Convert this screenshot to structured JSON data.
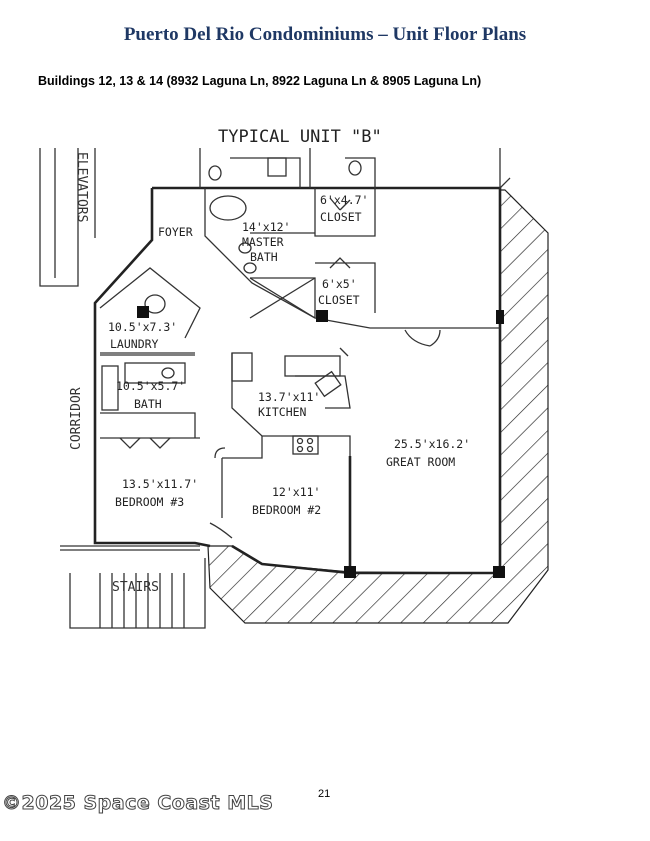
{
  "header": {
    "title": "Puerto Del Rio Condominiums – Unit Floor Plans",
    "subtitle": "Buildings 12, 13 & 14 (8932 Laguna Ln, 8922 Laguna Ln & 8905 Laguna Ln)"
  },
  "plan": {
    "unit_title": "TYPICAL UNIT \"B\"",
    "elevators": "ELEVATORS",
    "corridor": "CORRIDOR",
    "stairs": "STAIRS",
    "foyer": "FOYER",
    "rooms": {
      "closet1_dim": "6'x4.7'",
      "closet1_name": "CLOSET",
      "master_bath_dim": "14'x12'",
      "master_bath_name1": "MASTER",
      "master_bath_name2": "BATH",
      "closet2_dim": "6'x5'",
      "closet2_name": "CLOSET",
      "laundry_dim": "10.5'x7.3'",
      "laundry_name": "LAUNDRY",
      "bath_dim": "10.5'x5.7'",
      "bath_name": "BATH",
      "kitchen_dim": "13.7'x11'",
      "kitchen_name": "KITCHEN",
      "great_room_dim": "25.5'x16.2'",
      "great_room_name": "GREAT ROOM",
      "bedroom3_dim": "13.5'x11.7'",
      "bedroom3_name": "BEDROOM #3",
      "bedroom2_dim": "12'x11'",
      "bedroom2_name": "BEDROOM #2"
    }
  },
  "footer": {
    "page_number": "21",
    "watermark": "©2025 Space Coast MLS"
  },
  "colors": {
    "title": "#1f3864",
    "line": "#222222"
  }
}
